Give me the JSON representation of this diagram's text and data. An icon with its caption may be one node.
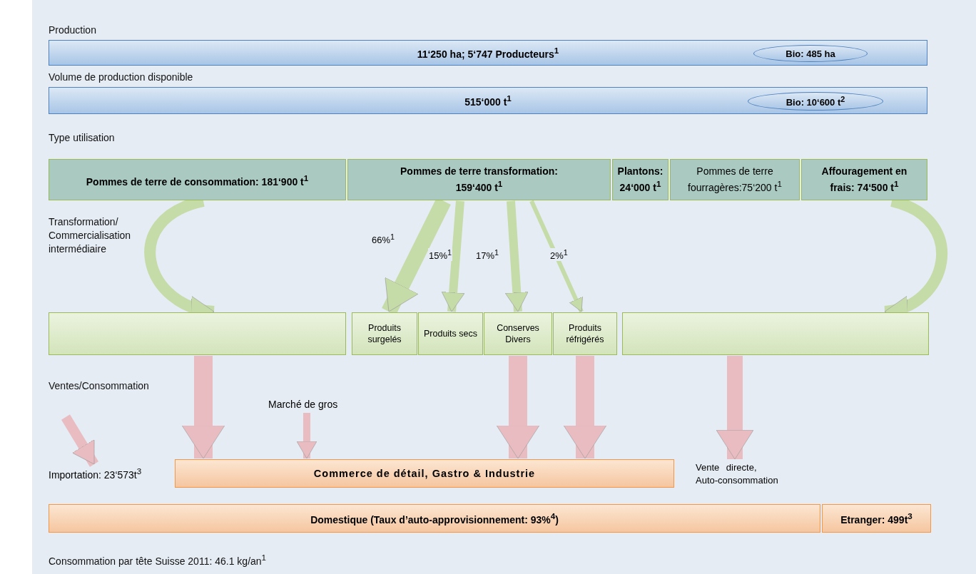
{
  "diagram": {
    "nodes": [
      {
        "text": [
          "11‘250 ha; 5‘747 Producteurs$^{1}$"
        ]
      },
      {
        "text": [
          "Bio: 485 ha"
        ],
        "in": 0
      },
      {
        "text": [
          "515‘000 t$^{1}$"
        ]
      },
      {
        "text": [
          "Bio: 10‘600 t$^{2}$"
        ],
        "in": 2
      },
      {
        "text": [
          "Pommes de terre de consommation: 181‘900 t$^{1}$"
        ]
      },
      {
        "text": [
          "Pommes de terre transformation: 159‘400 t$^{1}$"
        ]
      },
      {
        "text": [
          "Plantons: 24‘000 t$^{1}$"
        ]
      },
      {
        "text": [
          "Pommes de terre fourragères:75‘200 t$^{1}$"
        ]
      },
      {
        "text": [
          "Affouragement en frais: 74‘500 t$^{1}$"
        ]
      },
      {
        "text": [],
        "shape": "box"
      },
      {
        "text": [
          "Produits surgelés"
        ]
      },
      {
        "text": [
          "Produits secs"
        ]
      },
      {
        "text": [
          "Conserves Divers"
        ]
      },
      {
        "text": [
          "Produits réfrigérés"
        ]
      },
      {
        "text": [],
        "shape": "box"
      },
      {
        "text": [
          "Marché de gros"
        ]
      },
      {
        "text": [
          "Importation: 23‘573t$^{3}$"
        ]
      },
      {
        "text": [
          "Commerce de détail, Gastro & Industrie"
        ]
      },
      {
        "text": [
          "Vente directe, Auto-consommation"
        ]
      },
      {
        "text": [
          "Domestique (Taux d’auto-approvisionnement: 93%$^{4}$)"
        ]
      },
      {
        "text": [
          "Etranger: 499t$^{3}$"
        ]
      }
    ],
    "edges": [
      {
        "from": 4,
        "to": 9,
        "arrow": "to",
        "color": "#c5dba8"
      },
      {
        "from": 5,
        "to": 10,
        "arrow": "to",
        "label": "66%$^{1}$",
        "color": "#c5dba8"
      },
      {
        "from": 5,
        "to": 11,
        "arrow": "to",
        "label": "15%$^{1}$",
        "color": "#c5dba8"
      },
      {
        "from": 5,
        "to": 12,
        "arrow": "to",
        "label": "17%$^{1}$",
        "color": "#c5dba8"
      },
      {
        "from": 5,
        "to": 13,
        "arrow": "to",
        "label": "2%$^{1}$",
        "color": "#c5dba8"
      },
      {
        "from": 8,
        "to": 14,
        "arrow": "to",
        "color": "#c5dba8"
      },
      {
        "from": 9,
        "to": 17,
        "arrow": "to",
        "color": "#e9bcc2"
      },
      {
        "from": 12,
        "to": 17,
        "arrow": "to",
        "color": "#e9bcc2"
      },
      {
        "from": 13,
        "to": 17,
        "arrow": "to",
        "color": "#e9bcc2"
      },
      {
        "from": 14,
        "to": 18,
        "arrow": "to",
        "color": "#e9bcc2"
      },
      {
        "from": null,
        "to": 16,
        "arrow": "to",
        "color": "#e9bcc2"
      },
      {
        "from": 15,
        "to": 17,
        "arrow": "to",
        "color": "#e9bcc2"
      }
    ],
    "labels": [
      "Production",
      "Volume de production disponible",
      "Type utilisation",
      "Transformation/ Commercialisation intermédiaire",
      "Ventes/Consommation",
      "Consommation par tête Suisse 2011: 46.1 kg/an$^{1}$"
    ]
  }
}
